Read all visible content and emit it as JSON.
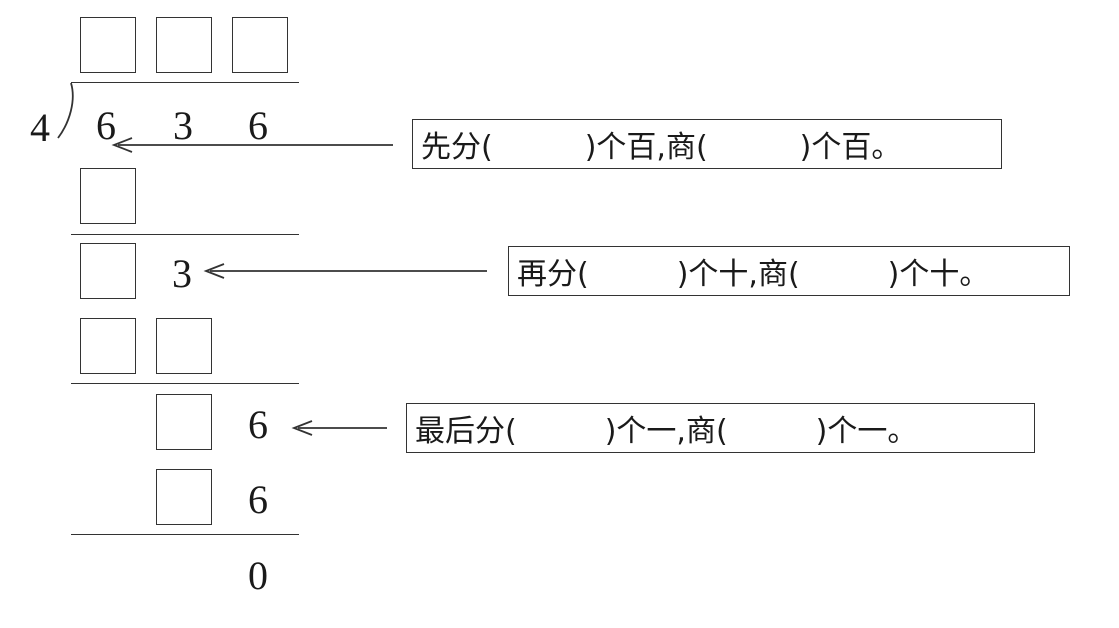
{
  "division": {
    "divisor": "4",
    "dividend_digits": [
      "6",
      "3",
      "6"
    ],
    "step2_known_digit": "3",
    "step3_known_digit": "6",
    "step3_product_digit": "6",
    "remainder": "0"
  },
  "hints": [
    {
      "part1": "先分(",
      "part2": ")个百,商(",
      "part3": ")个百。"
    },
    {
      "part1": "再分(",
      "part2": ")个十,商(",
      "part3": ")个十。"
    },
    {
      "part1": "最后分(",
      "part2": ")个一,商(",
      "part3": ")个一。"
    }
  ],
  "icons": {
    "arrow": "left-arrow-icon",
    "blank": "empty-answer-box"
  }
}
